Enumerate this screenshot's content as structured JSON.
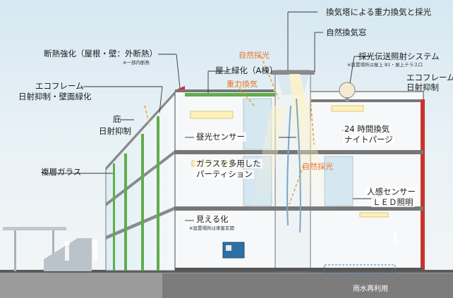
{
  "labels": {
    "exhaust_tower": "換気塔による重力換気と採光",
    "natural_window": "自然換気窓",
    "skylight_system": "採光伝送照射システム",
    "skylight_note": "※設置場所は屋上 B1・屋上テラス口",
    "eco_frame_right_1": "エコフレーム",
    "eco_frame_right_2": "日射抑制",
    "insulation": "断熱強化（屋根・壁：外断熱）",
    "insulation_note": "※一部内断熱",
    "natural_light_top": "自然採光",
    "rooftop_green": "屋上緑化（A棟）",
    "gravity_vent": "重力換気",
    "eco_frame_left_1": "エコフレーム",
    "eco_frame_left_2": "日射抑制・壁面緑化",
    "eaves_1": "庇",
    "eaves_2": "日射抑制",
    "daylight_sensor": "昼光センサー",
    "night_purge_1": "24 時間換気",
    "night_purge_2": "ナイトパージ",
    "glass_partition_1": "ガラスを多用した",
    "glass_partition_2": "パーティション",
    "natural_light_mid": "自然採光",
    "double_glass": "複層ガラス",
    "motion_sensor_1": "人感センサー",
    "motion_sensor_2": "ＬＥＤ照明",
    "visualization": "見える化",
    "visualization_note": "※設置場所は来客玄関",
    "rainwater": "雨水再利用"
  },
  "colors": {
    "accent_orange": "#e8742a",
    "green_frame": "#5fae4b",
    "red_roof": "#c8342b",
    "structure": "#6a6a6a",
    "glass": "#cfe3ee"
  }
}
